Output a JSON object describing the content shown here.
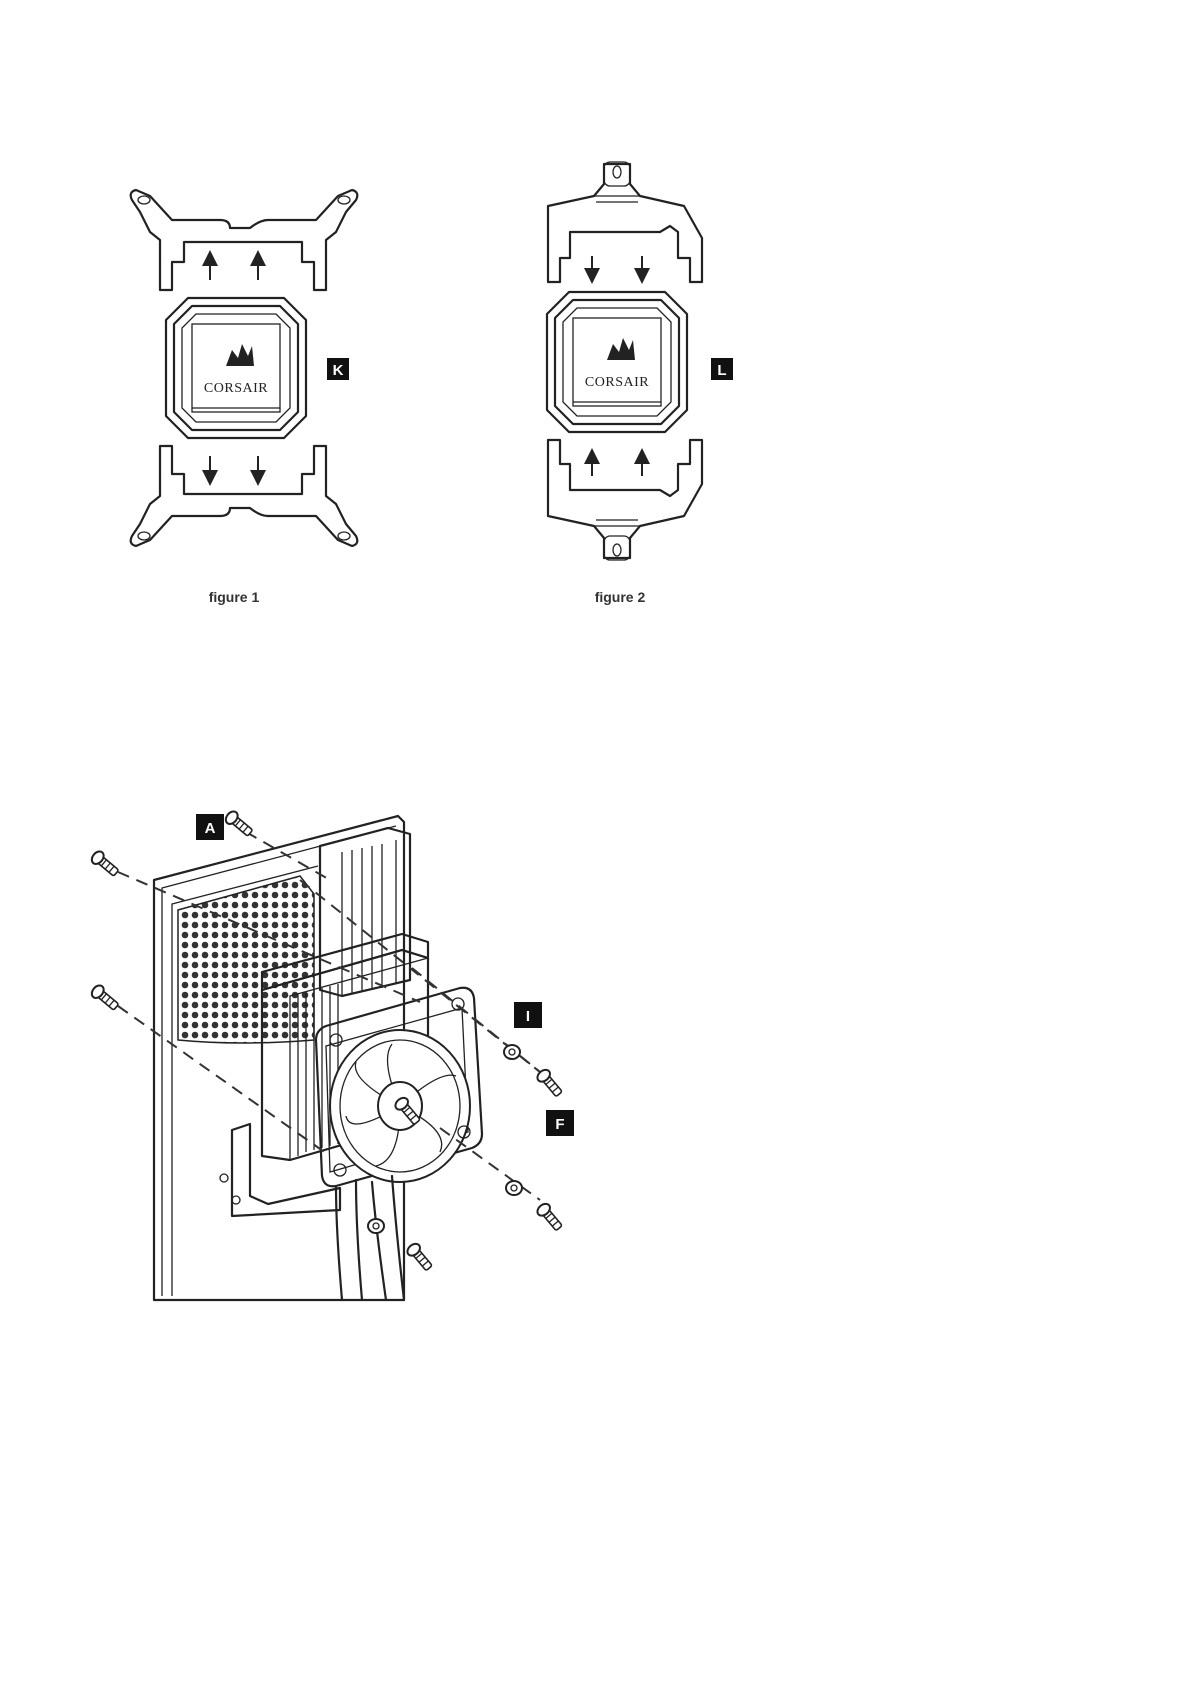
{
  "figure1": {
    "caption": "figure 1",
    "label": "K",
    "brand": "CORSAIR"
  },
  "figure2": {
    "caption": "figure 2",
    "label": "L",
    "brand": "CORSAIR"
  },
  "install": {
    "label_a": "A",
    "label_i": "I",
    "label_f": "F"
  },
  "colors": {
    "ink": "#222222",
    "label_bg": "#111111",
    "label_text": "#ffffff"
  }
}
